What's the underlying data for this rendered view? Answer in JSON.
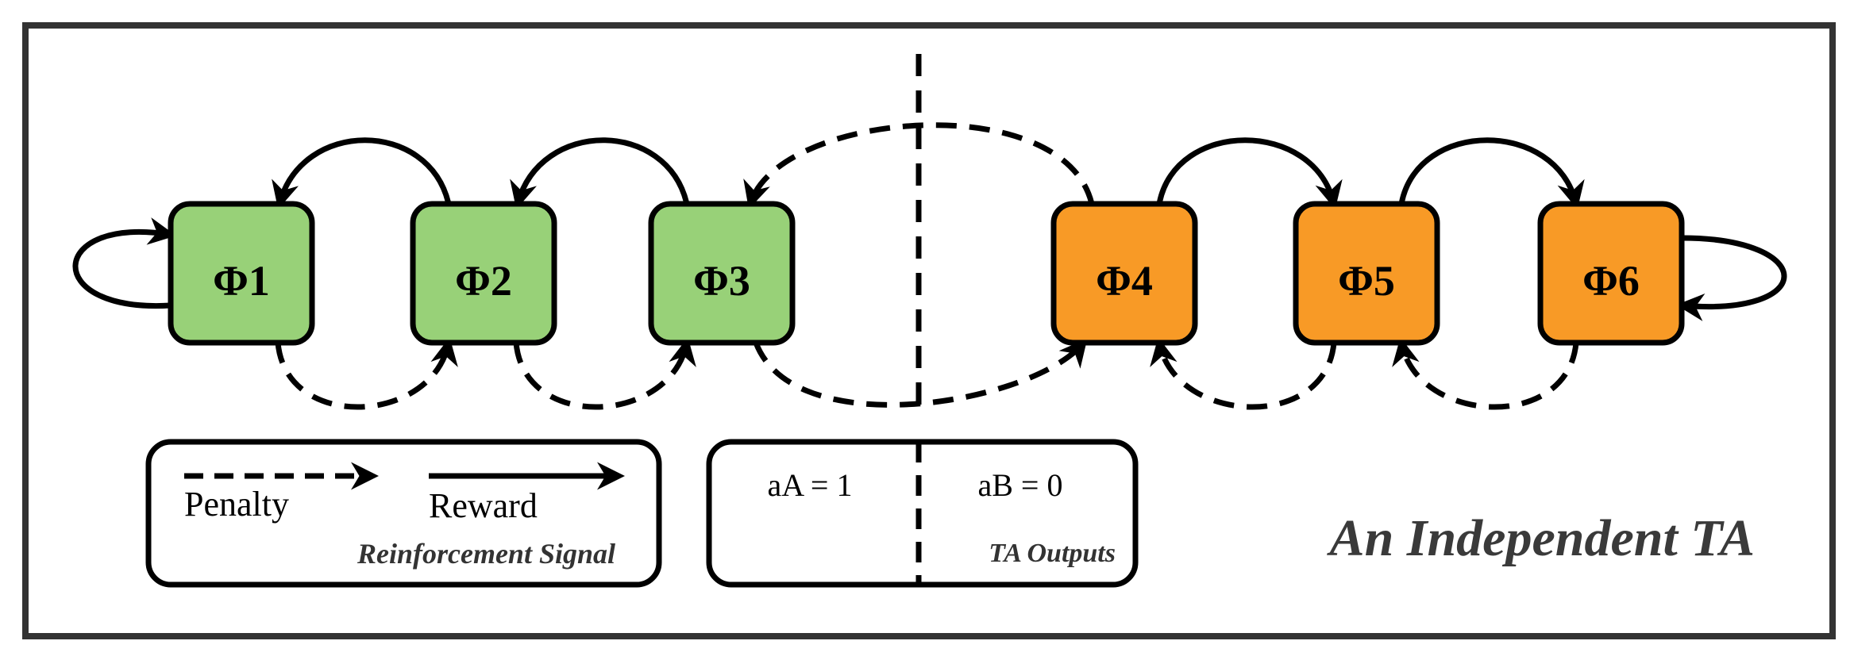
{
  "states": [
    {
      "id": "s1",
      "label": "Φ1",
      "group": "A"
    },
    {
      "id": "s2",
      "label": "Φ2",
      "group": "A"
    },
    {
      "id": "s3",
      "label": "Φ3",
      "group": "A"
    },
    {
      "id": "s4",
      "label": "Φ4",
      "group": "B"
    },
    {
      "id": "s5",
      "label": "Φ5",
      "group": "B"
    },
    {
      "id": "s6",
      "label": "Φ6",
      "group": "B"
    }
  ],
  "colors": {
    "group_a_fill": "#98d178",
    "group_b_fill": "#f89a26",
    "stroke": "#000000",
    "frame": "#333333",
    "title_text": "#3a3a3a"
  },
  "legend": {
    "penalty_label": "Penalty",
    "reward_label": "Reward",
    "caption": "Reinforcement Signal"
  },
  "outputs": {
    "action_a": "aA = 1",
    "action_b": "aB = 0",
    "caption": "TA Outputs"
  },
  "title": "An Independent TA"
}
